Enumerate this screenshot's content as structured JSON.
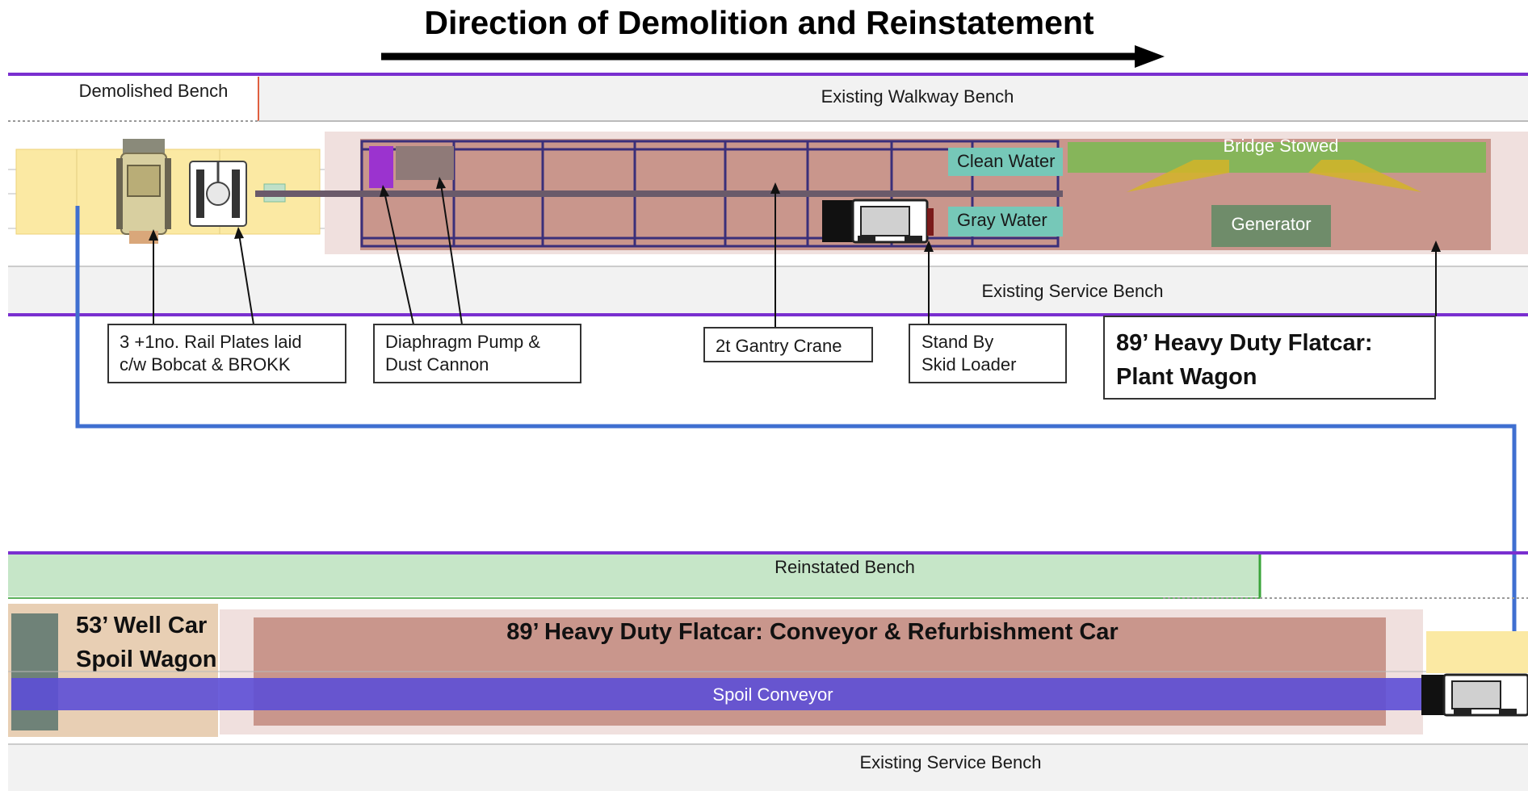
{
  "title": "Direction of Demolition and Reinstatement",
  "top_section": {
    "demolished_bench": "Demolished Bench",
    "existing_walkway_bench": "Existing Walkway Bench",
    "existing_service_bench": "Existing Service Bench",
    "clean_water": "Clean Water",
    "gray_water": "Gray Water",
    "bridge_stowed": "Bridge Stowed",
    "generator": "Generator"
  },
  "callouts": {
    "rail_plates_line1": "3 +1no. Rail Plates laid",
    "rail_plates_line2": "c/w Bobcat & BROKK",
    "pump_line1": "Diaphragm Pump &",
    "pump_line2": "Dust Cannon",
    "gantry_crane": "2t Gantry Crane",
    "skid_line1": "Stand By",
    "skid_line2": "Skid Loader",
    "plant_wagon_line1": "89’ Heavy Duty Flatcar:",
    "plant_wagon_line2": "Plant Wagon"
  },
  "bottom_section": {
    "reinstated_bench": "Reinstated Bench",
    "well_car_line1": "53’ Well Car",
    "well_car_line2": "Spoil Wagon",
    "conveyor_car": "89’ Heavy Duty Flatcar: Conveyor & Refurbishment Car",
    "spoil_conveyor": "Spoil Conveyor",
    "existing_service_bench": "Existing Service Bench"
  },
  "colors": {
    "purple_rail": "#7a2fd0",
    "flatcar": "#c9968c",
    "flatcar_outer": "#f0e0de",
    "yellow_pad": "#fbe9a3",
    "teal_tank": "#76c8b8",
    "green_bridge": "#86b55a",
    "generator": "#6f8c6a",
    "reinstated": "#c6e6c8",
    "conveyor": "#5c4ed6",
    "route_line": "#3f6fd0"
  }
}
